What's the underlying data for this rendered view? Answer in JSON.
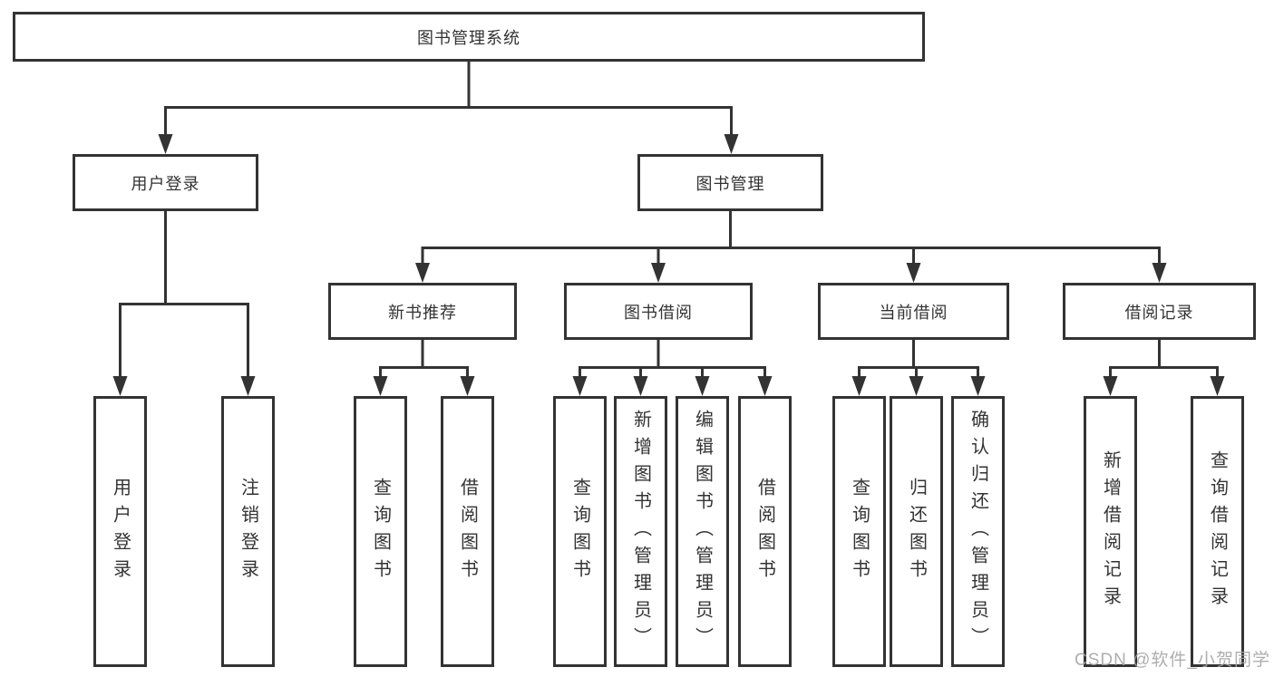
{
  "tree": {
    "root": {
      "label": "图书管理系统",
      "children": [
        {
          "label": "用户登录",
          "children": [
            {
              "label": "用户登录"
            },
            {
              "label": "注销登录"
            }
          ]
        },
        {
          "label": "图书管理",
          "children": [
            {
              "label": "新书推荐",
              "children": [
                {
                  "label": "查询图书"
                },
                {
                  "label": "借阅图书"
                }
              ]
            },
            {
              "label": "图书借阅",
              "children": [
                {
                  "label": "查询图书"
                },
                {
                  "label": "新增图书（管理员）"
                },
                {
                  "label": "编辑图书（管理员）"
                },
                {
                  "label": "借阅图书"
                }
              ]
            },
            {
              "label": "当前借阅",
              "children": [
                {
                  "label": "查询图书"
                },
                {
                  "label": "归还图书"
                },
                {
                  "label": "确认归还（管理员）"
                }
              ]
            },
            {
              "label": "借阅记录",
              "children": [
                {
                  "label": "新增借阅记录"
                },
                {
                  "label": "查询借阅记录"
                }
              ]
            }
          ]
        }
      ]
    }
  },
  "watermark": "CSDN @软件_小贺同学",
  "colors": {
    "line": "#333333",
    "text": "#333333",
    "background": "#ffffff",
    "watermark": "#a5a5a5"
  }
}
